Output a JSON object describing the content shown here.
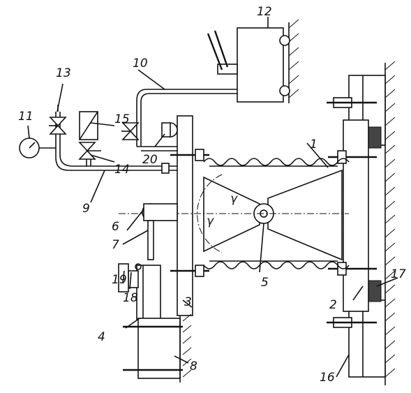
{
  "labels": {
    "l1": "1",
    "l2": "2",
    "l3": "3",
    "l4": "4",
    "l5": "5",
    "l6": "6",
    "l7": "7",
    "l8": "8",
    "l9": "9",
    "l10": "10",
    "l11": "11",
    "l12": "12",
    "l13": "13",
    "l14": "14",
    "l15": "15",
    "l16": "16",
    "l17": "17",
    "l18": "18",
    "l19": "19",
    "l20": "20"
  },
  "angle_labels": {
    "gamma_left": "γ",
    "gamma_right": "γ"
  }
}
